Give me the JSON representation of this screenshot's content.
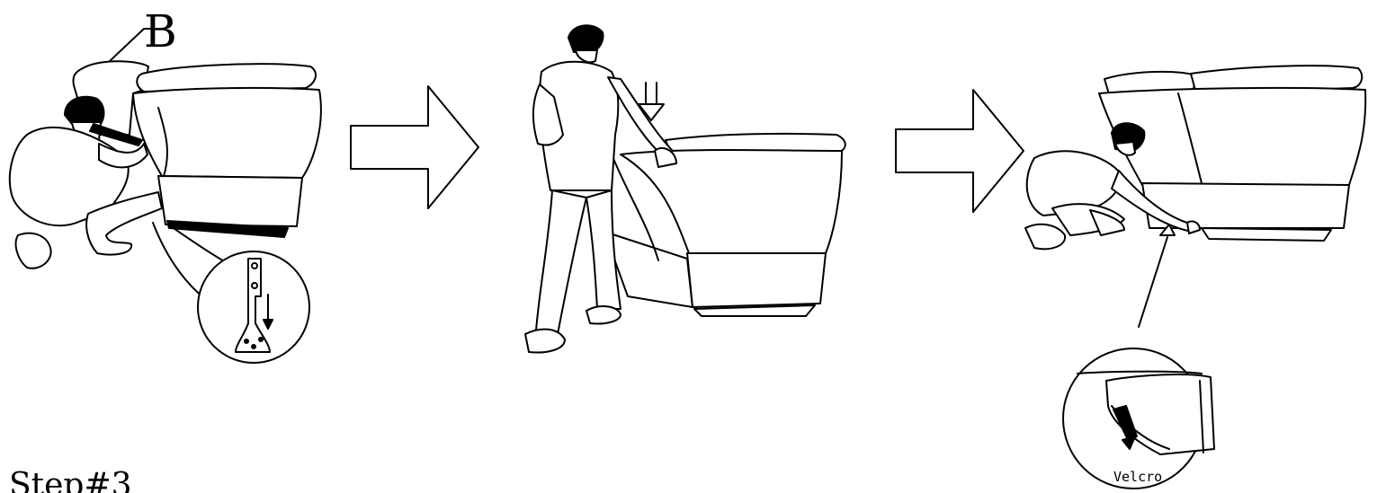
{
  "labels": {
    "part_b": "B",
    "velcro": "Velcro",
    "step": "Step#3"
  },
  "colors": {
    "line": "#000000",
    "background": "#ffffff"
  },
  "icons": [
    "right-arrow-icon",
    "down-arrow-icon"
  ]
}
